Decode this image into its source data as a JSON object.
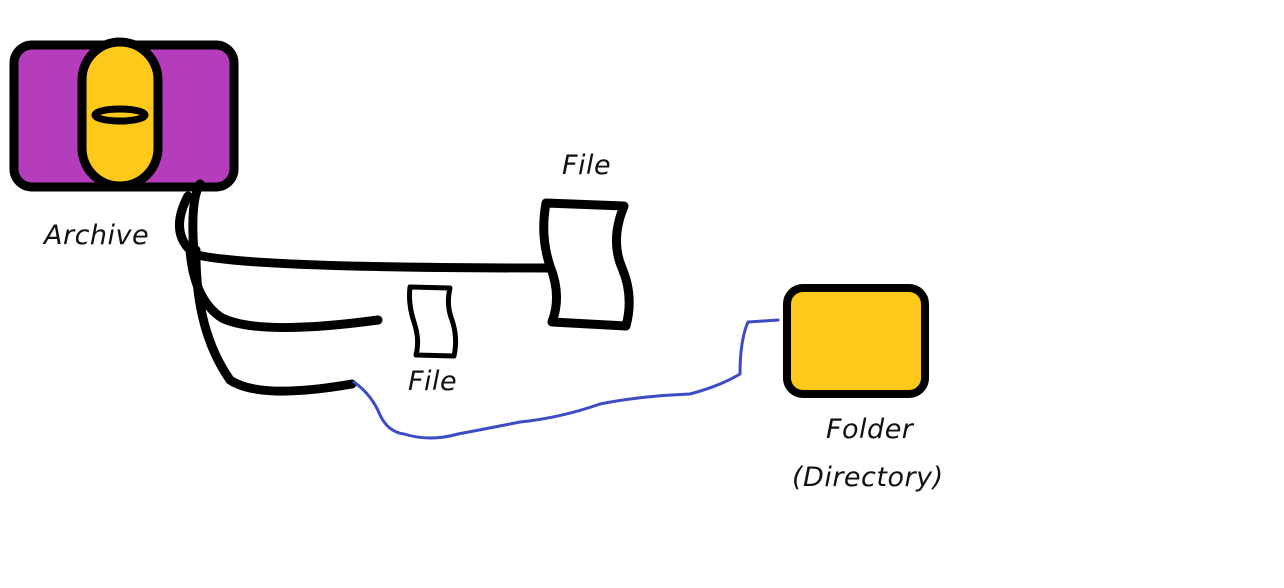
{
  "labels": {
    "archive": "Archive",
    "file_large": "File",
    "file_small": "File",
    "folder": "Folder",
    "directory": "(Directory)"
  },
  "colors": {
    "archive_body": "#b53dbb",
    "archive_handle": "#fec91a",
    "folder": "#fec91a",
    "outline": "#000000",
    "folder_link": "#3d4bc4",
    "file_fill": "#ffffff"
  },
  "icons": {
    "archive": "archive-icon",
    "file_large": "file-icon",
    "file_small": "file-icon",
    "folder": "folder-icon"
  }
}
